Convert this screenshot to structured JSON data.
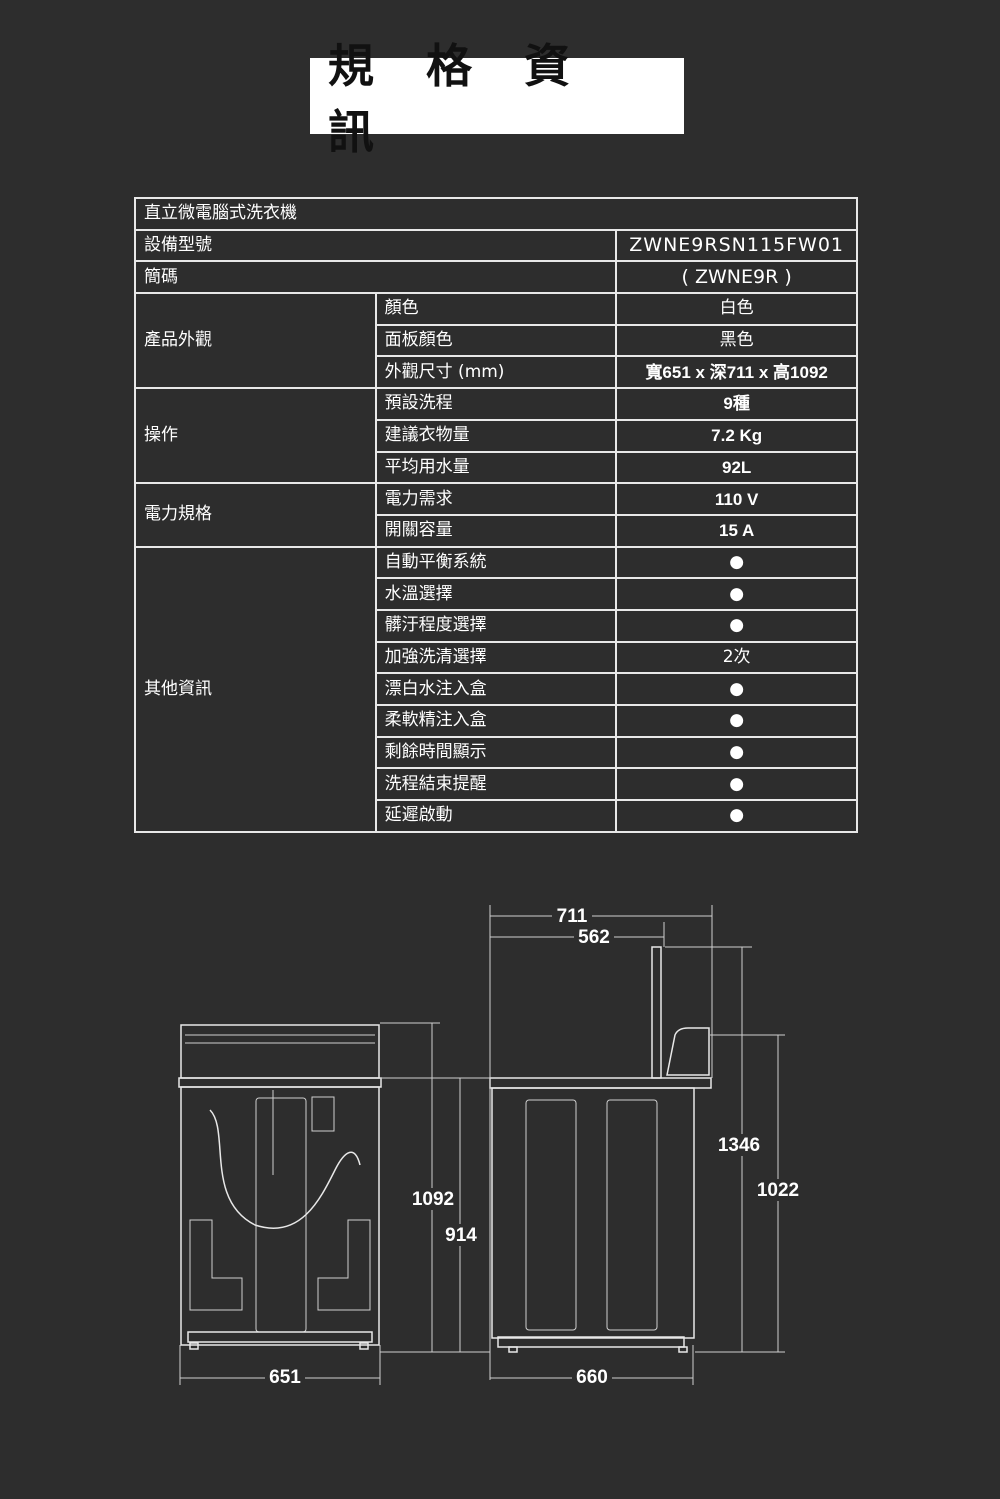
{
  "title": "規 格 資 訊",
  "table": {
    "product_type": "直立微電腦式洗衣機",
    "rows": {
      "model": {
        "label": "設備型號",
        "value": "ZWNE9RSN115FW01"
      },
      "short_code": {
        "label": "簡碼",
        "value": "( ZWNE9R )"
      }
    },
    "groups": {
      "appearance": {
        "label": "產品外觀",
        "items": [
          {
            "label": "顏色",
            "value": "白色"
          },
          {
            "label": "面板顏色",
            "value": "黑色"
          },
          {
            "label": "外觀尺寸 (mm)",
            "value": "寬651 x 深711 x 高1092"
          }
        ]
      },
      "operation": {
        "label": "操作",
        "items": [
          {
            "label": "預設洗程",
            "value": "9種"
          },
          {
            "label": "建議衣物量",
            "value": "7.2 Kg"
          },
          {
            "label": "平均用水量",
            "value": "92L"
          }
        ]
      },
      "power": {
        "label": "電力規格",
        "items": [
          {
            "label": "電力需求",
            "value": "110 V"
          },
          {
            "label": "開關容量",
            "value": "15 A"
          }
        ]
      },
      "other": {
        "label": "其他資訊",
        "items": [
          {
            "label": "自動平衡系統",
            "value": "●"
          },
          {
            "label": "水溫選擇",
            "value": "●"
          },
          {
            "label": "髒汙程度選擇",
            "value": "●"
          },
          {
            "label": "加強洗清選擇",
            "value": "2次"
          },
          {
            "label": "漂白水注入盒",
            "value": "●"
          },
          {
            "label": "柔軟精注入盒",
            "value": "●"
          },
          {
            "label": "剩餘時間顯示",
            "value": "●"
          },
          {
            "label": "洗程結束提醒",
            "value": "●"
          },
          {
            "label": "延遲啟動",
            "value": "●"
          }
        ]
      }
    }
  },
  "diagram": {
    "front_width": "651",
    "side_width": "660",
    "total_depth": "711",
    "body_depth": "562",
    "height_total": "1092",
    "height_body": "914",
    "height_lid_open": "1346",
    "height_console": "1022"
  }
}
